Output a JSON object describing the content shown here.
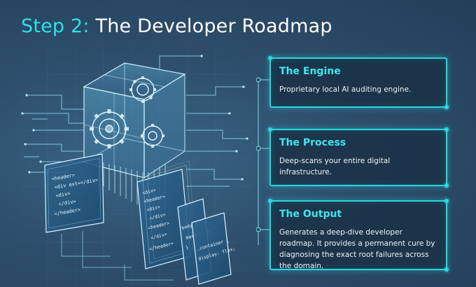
{
  "title": {
    "step": "Step 2:",
    "rest": " The Developer Roadmap"
  },
  "colors": {
    "accent": "#29d8df",
    "background": "#2b4a66",
    "title_text": "#ffffff"
  },
  "cards": [
    {
      "heading": "The Engine",
      "body": "Proprietary local AI auditing engine."
    },
    {
      "heading": "The Process",
      "body": "Deep-scans your entire digital infrastructure."
    },
    {
      "heading": "The Output",
      "body": "Generates a deep-dive developer roadmap. It provides a permanent cure by diagnosing the exact root failures across the domain."
    }
  ],
  "code_panels": {
    "left": [
      "<header>",
      "<div ext=</div>",
      "<div>",
      "</div>",
      "</header>"
    ],
    "middle": [
      "<div>",
      "<header>",
      "<div>",
      "</div>",
      "<header>",
      "</div>",
      "</header>"
    ],
    "right_a": [
      "body {",
      "margin: 0;",
      "}"
    ],
    "right_b": [
      ".container {",
      "display: flex;"
    ]
  },
  "icons": [
    "cube-gear-icon",
    "gear-icon"
  ]
}
